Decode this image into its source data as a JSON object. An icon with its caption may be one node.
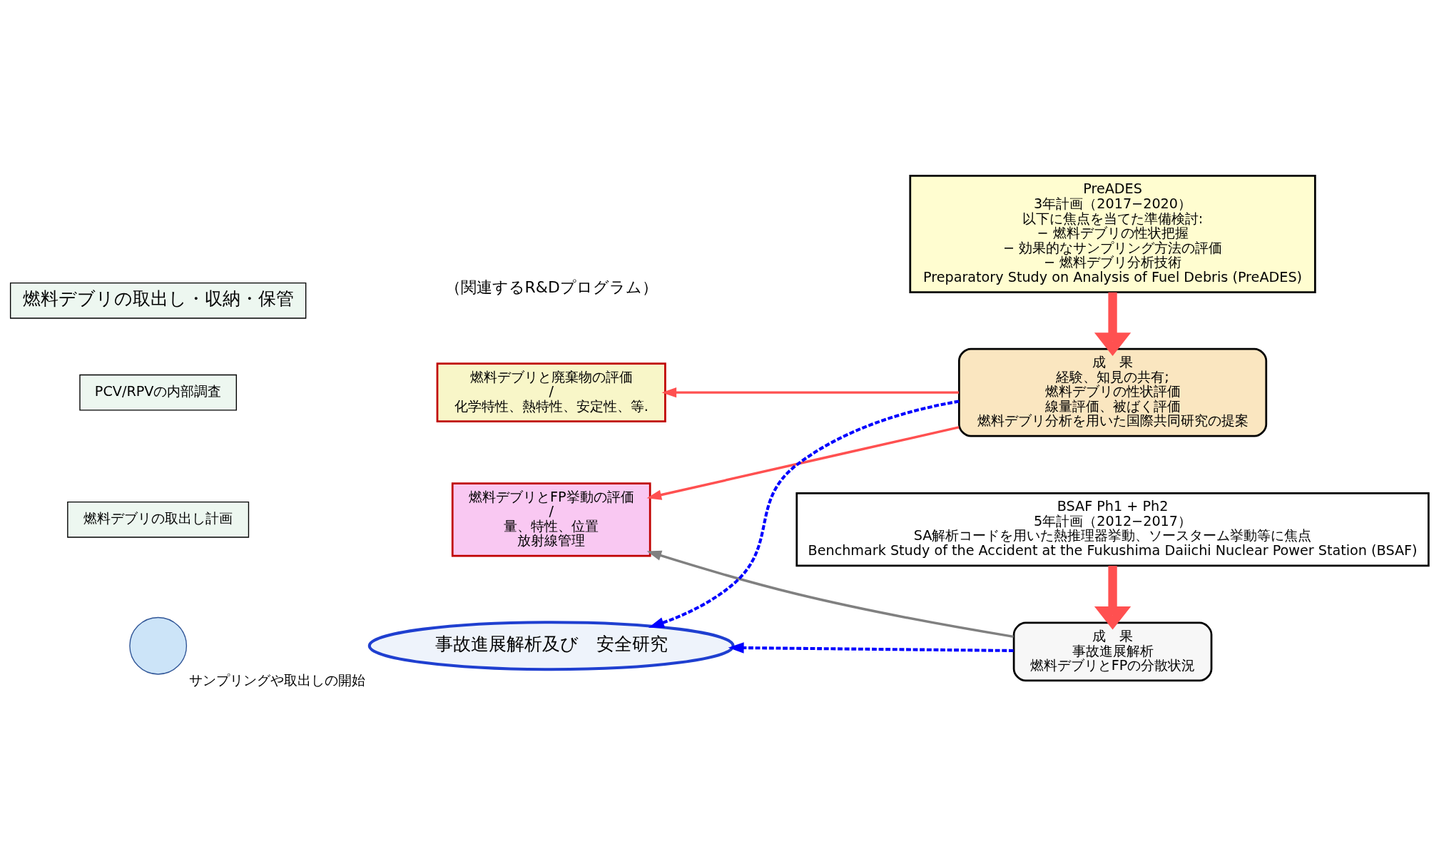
{
  "diagram": {
    "nodes": [
      {
        "text": [
          "燃料デブリの取出し計画"
        ]
      },
      {
        "text": [
          "PCV/RPVの内部調査"
        ]
      },
      {
        "text": [],
        "shape": "circle",
        "beside": [
          "サンプリングや取出しの開始"
        ]
      },
      {
        "text": [
          "燃料デブリの取出し・収納・保管"
        ]
      },
      {
        "text": [
          "燃料デブリとFP挙動の評価",
          "/",
          "量、特性、位置",
          "放射線管理"
        ]
      },
      {
        "text": [
          "燃料デブリと廃棄物の評価",
          "/",
          "化学特性、熱特性、安定性、等."
        ]
      },
      {
        "text": [
          "事故進展解析及び　安全研究"
        ]
      },
      {
        "text": [
          "BSAF Ph1 + Ph2",
          "5年計画（2012−2017）",
          "SA解析コードを用いた熱推理器挙動、ソースターム挙動等に焦点",
          "Benchmark Study of the Accident at the Fukushima Daiichi Nuclear Power Station (BSAF)"
        ]
      },
      {
        "text": [
          "成　果",
          "事故進展解析",
          "燃料デブリとFPの分散状況"
        ]
      },
      {
        "text": [
          "PreADES",
          "3年計画（2017−2020）",
          "以下に焦点を当てた準備検討:",
          "− 燃料デブリの性状把握",
          "− 効果的なサンプリング方法の評価",
          "− 燃料デブリ分析技術",
          "Preparatory Study on Analysis of Fuel Debris (PreADES)"
        ]
      },
      {
        "text": [
          "成　果",
          "経験、知見の共有;",
          "燃料デブリの性状評価",
          "線量評価、被ばく評価",
          "燃料デブリ分析を用いた国際共同研究の提案"
        ]
      }
    ],
    "edges": [
      {
        "from": 7,
        "to": 8,
        "arrow": "to",
        "style": "thick"
      },
      {
        "from": 8,
        "to": 4,
        "arrow": "to",
        "color": "#808080"
      },
      {
        "from": 8,
        "to": 6,
        "arrow": "to",
        "style": "dashed",
        "color": "#0000ff"
      },
      {
        "from": 9,
        "to": 10,
        "arrow": "to",
        "style": "thick"
      },
      {
        "from": 10,
        "to": 4,
        "arrow": "to"
      },
      {
        "from": 10,
        "to": 5,
        "arrow": "to"
      },
      {
        "from": 10,
        "to": 6,
        "arrow": "to",
        "style": "dashed",
        "color": "#0000ff"
      }
    ],
    "labels": [
      "（関連するR&Dプログラム）"
    ]
  }
}
